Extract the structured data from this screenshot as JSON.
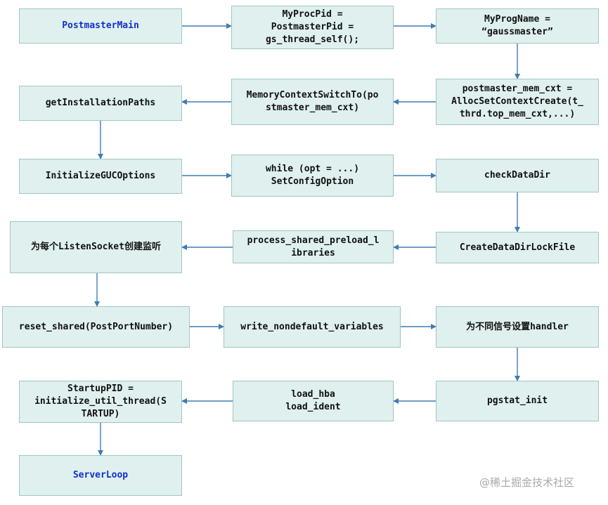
{
  "colors": {
    "box_fill": "#dff0ef",
    "box_border": "#9fc6c4",
    "arrow": "#3f7cb5",
    "accent_text": "#1230c8",
    "watermark": "#a9a9a9"
  },
  "nodes": {
    "postmaster_main": "PostmasterMain",
    "my_proc_pid": "MyProcPid =\nPostmasterPid =\ngs_thread_self();",
    "my_prog_name": "MyProgName =\n“gaussmaster”",
    "postmaster_mem_cxt": "postmaster_mem_cxt =\nAllocSetContextCreate(t_\nthrd.top_mem_cxt,...)",
    "memory_context_switch": "MemoryContextSwitchTo(po\nstmaster_mem_cxt)",
    "get_installation_paths": "getInstallationPaths",
    "initialize_guc_options": "InitializeGUCOptions",
    "set_config_option": "while (opt = ...)\nSetConfigOption",
    "check_data_dir": "checkDataDir",
    "create_data_dir_lock_file": "CreateDataDirLockFile",
    "process_shared_preload": "process_shared_preload_l\nibraries",
    "listen_socket": "为每个ListenSocket创建监听",
    "reset_shared": "reset_shared(PostPortNumber)",
    "write_nondefault_variables": "write_nondefault_variables",
    "signal_handler": "为不同信号设置handler",
    "pgstat_init": "pgstat_init",
    "load_hba_ident": "load_hba\nload_ident",
    "startup_pid": "StartupPID =\ninitialize_util_thread(S\nTARTUP)",
    "server_loop": "ServerLoop"
  },
  "watermark": "@稀土掘金技术社区"
}
